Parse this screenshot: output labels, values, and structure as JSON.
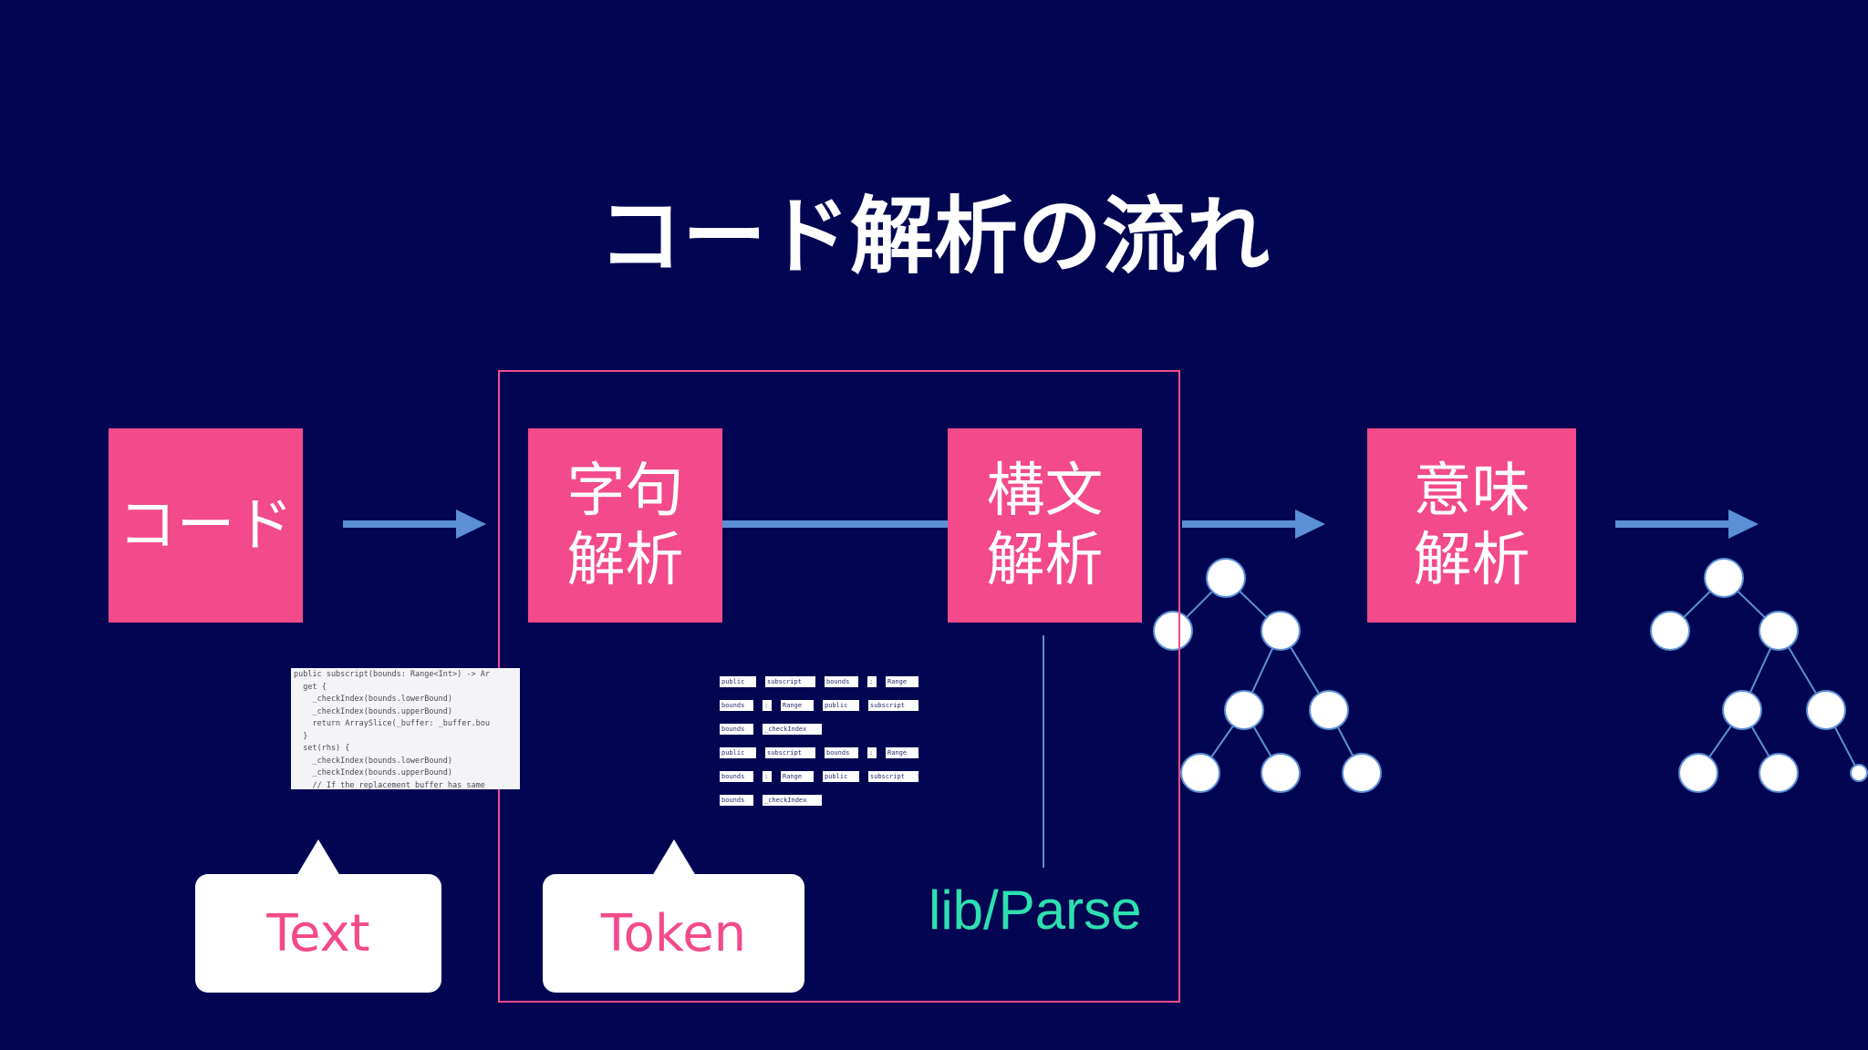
{
  "title": "コード解析の流れ",
  "boxes": {
    "code": "コード",
    "lexical": [
      "字句",
      "解析"
    ],
    "syntax": [
      "構文",
      "解析"
    ],
    "semantic": [
      "意味",
      "解析"
    ]
  },
  "callouts": {
    "text": "Text",
    "token": "Token"
  },
  "lib_label": "lib/Parse",
  "code_sample": [
    "public subscript(bounds: Range<Int>) -> Ar",
    "  get {",
    "    _checkIndex(bounds.lowerBound)",
    "    _checkIndex(bounds.upperBound)",
    "    return ArraySlice(_buffer: _buffer.bou",
    "  }",
    "  set(rhs) {",
    "    _checkIndex(bounds.lowerBound)",
    "    _checkIndex(bounds.upperBound)",
    "    // If the replacement buffer has same"
  ],
  "token_rows": [
    [
      "public",
      "subscript",
      "bounds",
      ":",
      "Range"
    ],
    [
      "bounds",
      ":",
      "Range",
      "public",
      "subscript"
    ],
    [
      "bounds",
      "_checkIndex"
    ],
    [
      "public",
      "subscript",
      "bounds",
      ":",
      "Range"
    ],
    [
      "bounds",
      ":",
      "Range",
      "public",
      "subscript"
    ],
    [
      "bounds",
      "_checkIndex"
    ]
  ],
  "colors": {
    "background": "#020652",
    "box": "#f24a8a",
    "arrow": "#5b8fd6",
    "lib_label": "#2ee0b0"
  }
}
